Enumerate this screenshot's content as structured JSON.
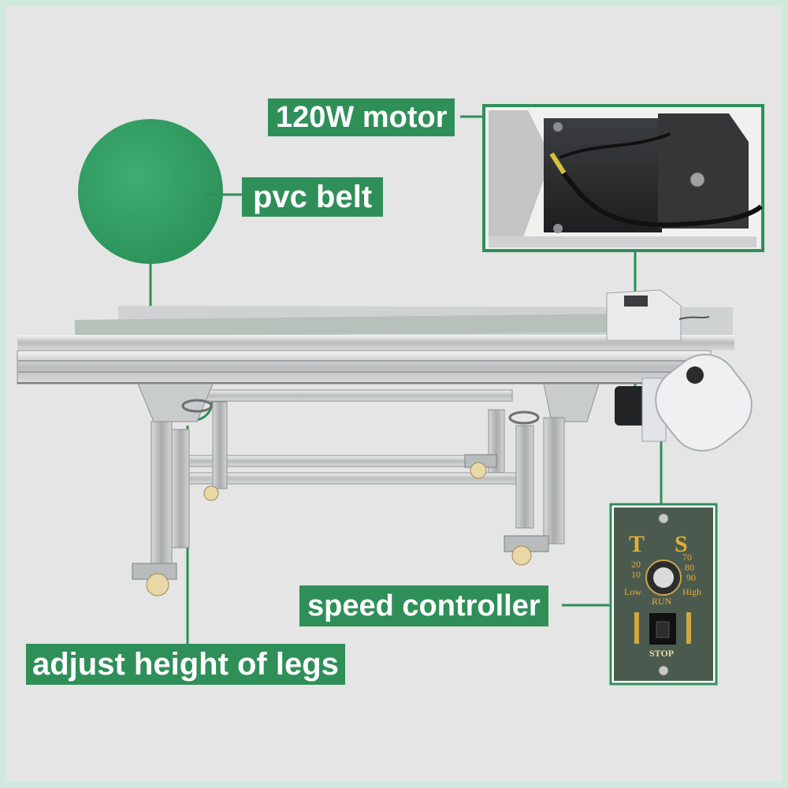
{
  "callouts": {
    "motor": "120W motor",
    "belt": "pvc belt",
    "speed": "speed controller",
    "legs": "adjust height of legs"
  },
  "speed_panel": {
    "t": "T",
    "s": "S",
    "ticks_left": [
      "20",
      "10"
    ],
    "ticks_right": [
      "70",
      "80",
      "90"
    ],
    "low": "Low",
    "high": "High",
    "run": "RUN",
    "stop": "STOP"
  },
  "colors": {
    "accent_green": "#2f8f58",
    "belt_green": "#2e9b61",
    "background": "#e4e5e4",
    "frame_border": "#cfe9dd"
  }
}
